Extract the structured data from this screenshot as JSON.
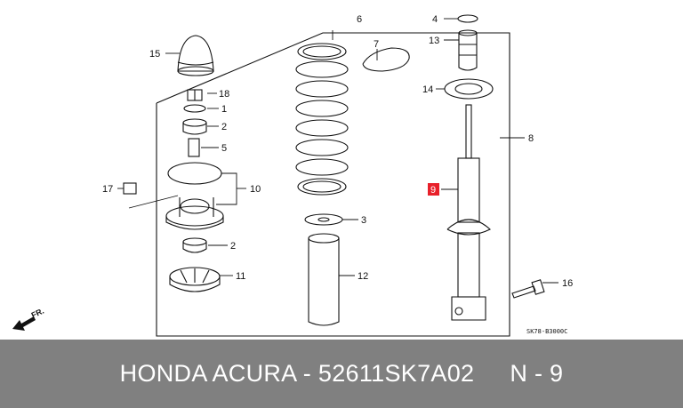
{
  "callouts": {
    "c1": "1",
    "c2a": "2",
    "c2b": "2",
    "c3": "3",
    "c4": "4",
    "c5": "5",
    "c6": "6",
    "c7": "7",
    "c8": "8",
    "c9": "9",
    "c10": "10",
    "c11": "11",
    "c12": "12",
    "c13": "13",
    "c14": "14",
    "c15": "15",
    "c16": "16",
    "c17": "17",
    "c18": "18"
  },
  "front_marker": "FR.",
  "diagram_code": "SK78-B3000C",
  "highlight_color": "#e8202a",
  "footer": {
    "brand": "HONDA ACURA - 52611SK7A02",
    "part": "N - 9"
  }
}
